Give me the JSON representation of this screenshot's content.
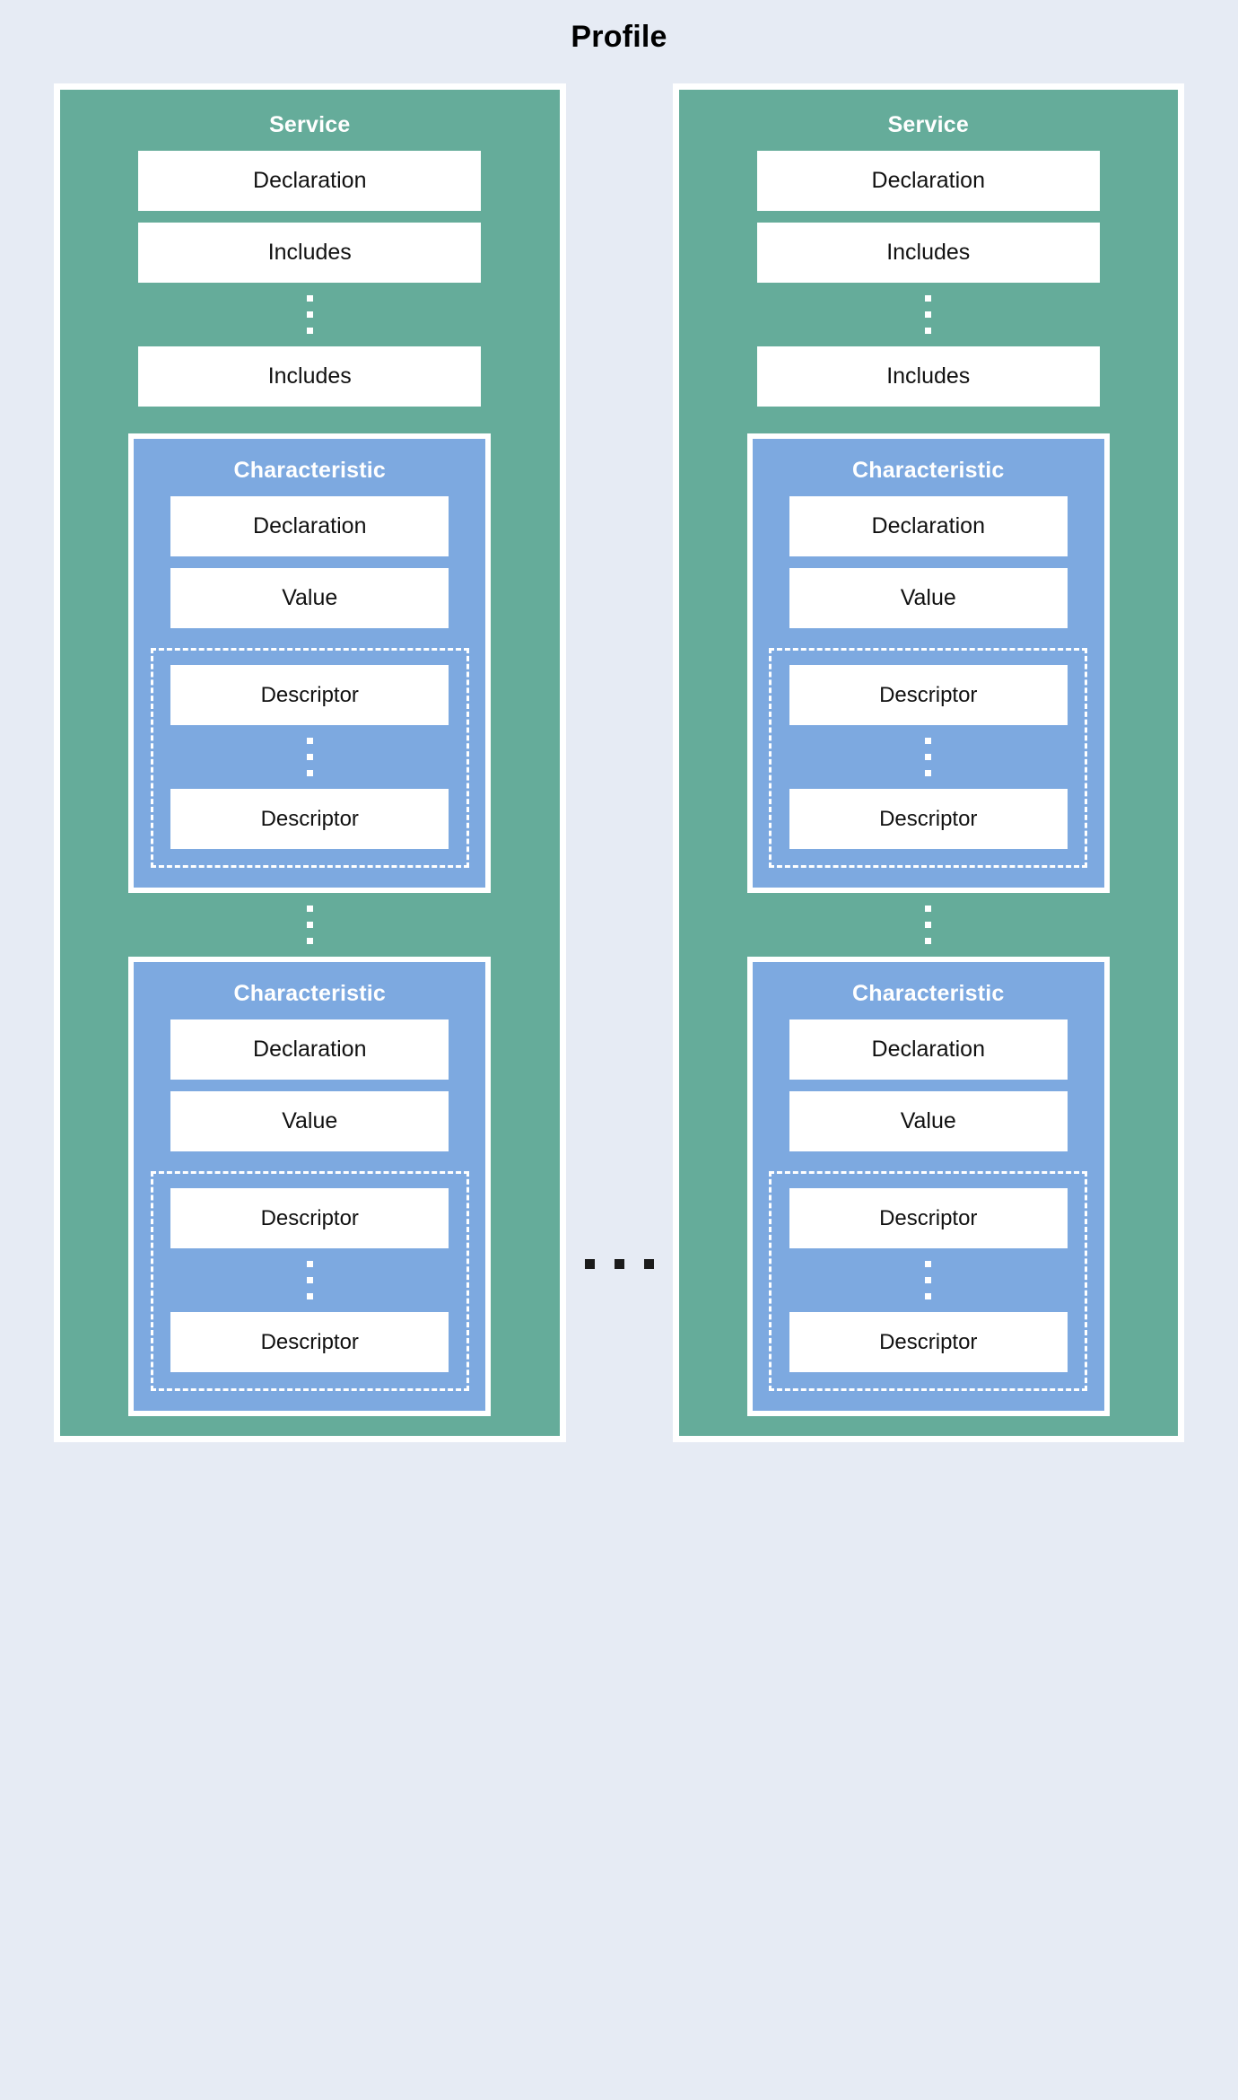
{
  "diagram": {
    "title": "Profile",
    "background_color": "#e6ebf4",
    "service_color": "#65ac9a",
    "characteristic_color": "#7da9e0",
    "leaf_color": "#ffffff",
    "border_color": "#ffffff",
    "ellipsis_color": "#1b1b1b",
    "between_columns_ellipsis": "...",
    "columns": [
      {
        "title": "Service",
        "declaration_label": "Declaration",
        "includes_first_label": "Includes",
        "includes_ellipsis": "⋮",
        "includes_last_label": "Includes",
        "characteristic_ellipsis": "⋮",
        "characteristics": [
          {
            "title": "Characteristic",
            "declaration_label": "Declaration",
            "value_label": "Value",
            "descriptor_first_label": "Descriptor",
            "descriptor_ellipsis": "⋮",
            "descriptor_last_label": "Descriptor"
          },
          {
            "title": "Characteristic",
            "declaration_label": "Declaration",
            "value_label": "Value",
            "descriptor_first_label": "Descriptor",
            "descriptor_ellipsis": "⋮",
            "descriptor_last_label": "Descriptor"
          }
        ]
      },
      {
        "title": "Service",
        "declaration_label": "Declaration",
        "includes_first_label": "Includes",
        "includes_ellipsis": "⋮",
        "includes_last_label": "Includes",
        "characteristic_ellipsis": "⋮",
        "characteristics": [
          {
            "title": "Characteristic",
            "declaration_label": "Declaration",
            "value_label": "Value",
            "descriptor_first_label": "Descriptor",
            "descriptor_ellipsis": "⋮",
            "descriptor_last_label": "Descriptor"
          },
          {
            "title": "Characteristic",
            "declaration_label": "Declaration",
            "value_label": "Value",
            "descriptor_first_label": "Descriptor",
            "descriptor_ellipsis": "⋮",
            "descriptor_last_label": "Descriptor"
          }
        ]
      }
    ]
  }
}
